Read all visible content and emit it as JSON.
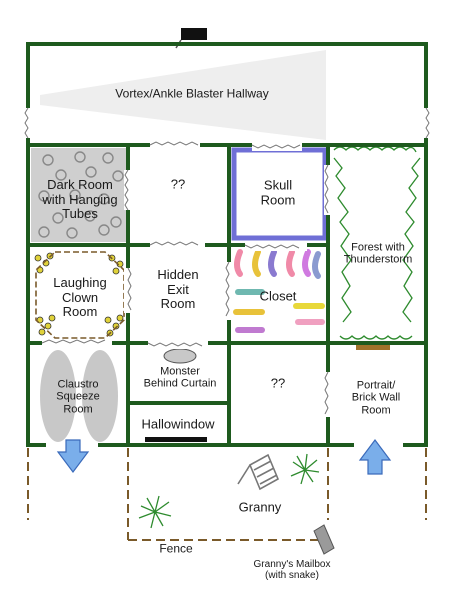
{
  "rooms": {
    "hallway": "Vortex/Ankle Blaster Hallway",
    "dark_room_l1": "Dark Room",
    "dark_room_l2": "with Hanging",
    "dark_room_l3": "Tubes",
    "unknown_top": "??",
    "skull_l1": "Skull",
    "skull_l2": "Room",
    "forest_l1": "Forest with",
    "forest_l2": "Thunderstorm",
    "clown_l1": "Laughing",
    "clown_l2": "Clown",
    "clown_l3": "Room",
    "hidden_l1": "Hidden",
    "hidden_l2": "Exit",
    "hidden_l3": "Room",
    "closet": "Closet",
    "claustro_l1": "Claustro",
    "claustro_l2": "Squeeze",
    "claustro_l3": "Room",
    "monster_l1": "Monster",
    "monster_l2": "Behind Curtain",
    "hallowindow": "Hallowindow",
    "unknown_bottom": "??",
    "portrait_l1": "Portrait/",
    "portrait_l2": "Brick Wall",
    "portrait_l3": "Room"
  },
  "yard": {
    "granny": "Granny",
    "fence": "Fence",
    "mailbox_l1": "Granny's Mailbox",
    "mailbox_l2": "(with snake)"
  },
  "colors": {
    "wall": "#1e5a1e",
    "fence": "#7a5a2a",
    "arrow": "#7aaeea",
    "skull_border": "#6f6fd6",
    "dark_room_fill": "#cfcfcf",
    "clown_lights": "#e0d23a"
  },
  "icons": [
    "entrance-arrow-icon",
    "exit-arrow-icon",
    "chair-icon",
    "plant-icon",
    "mailbox-icon",
    "curtain-icon",
    "window-icon"
  ]
}
